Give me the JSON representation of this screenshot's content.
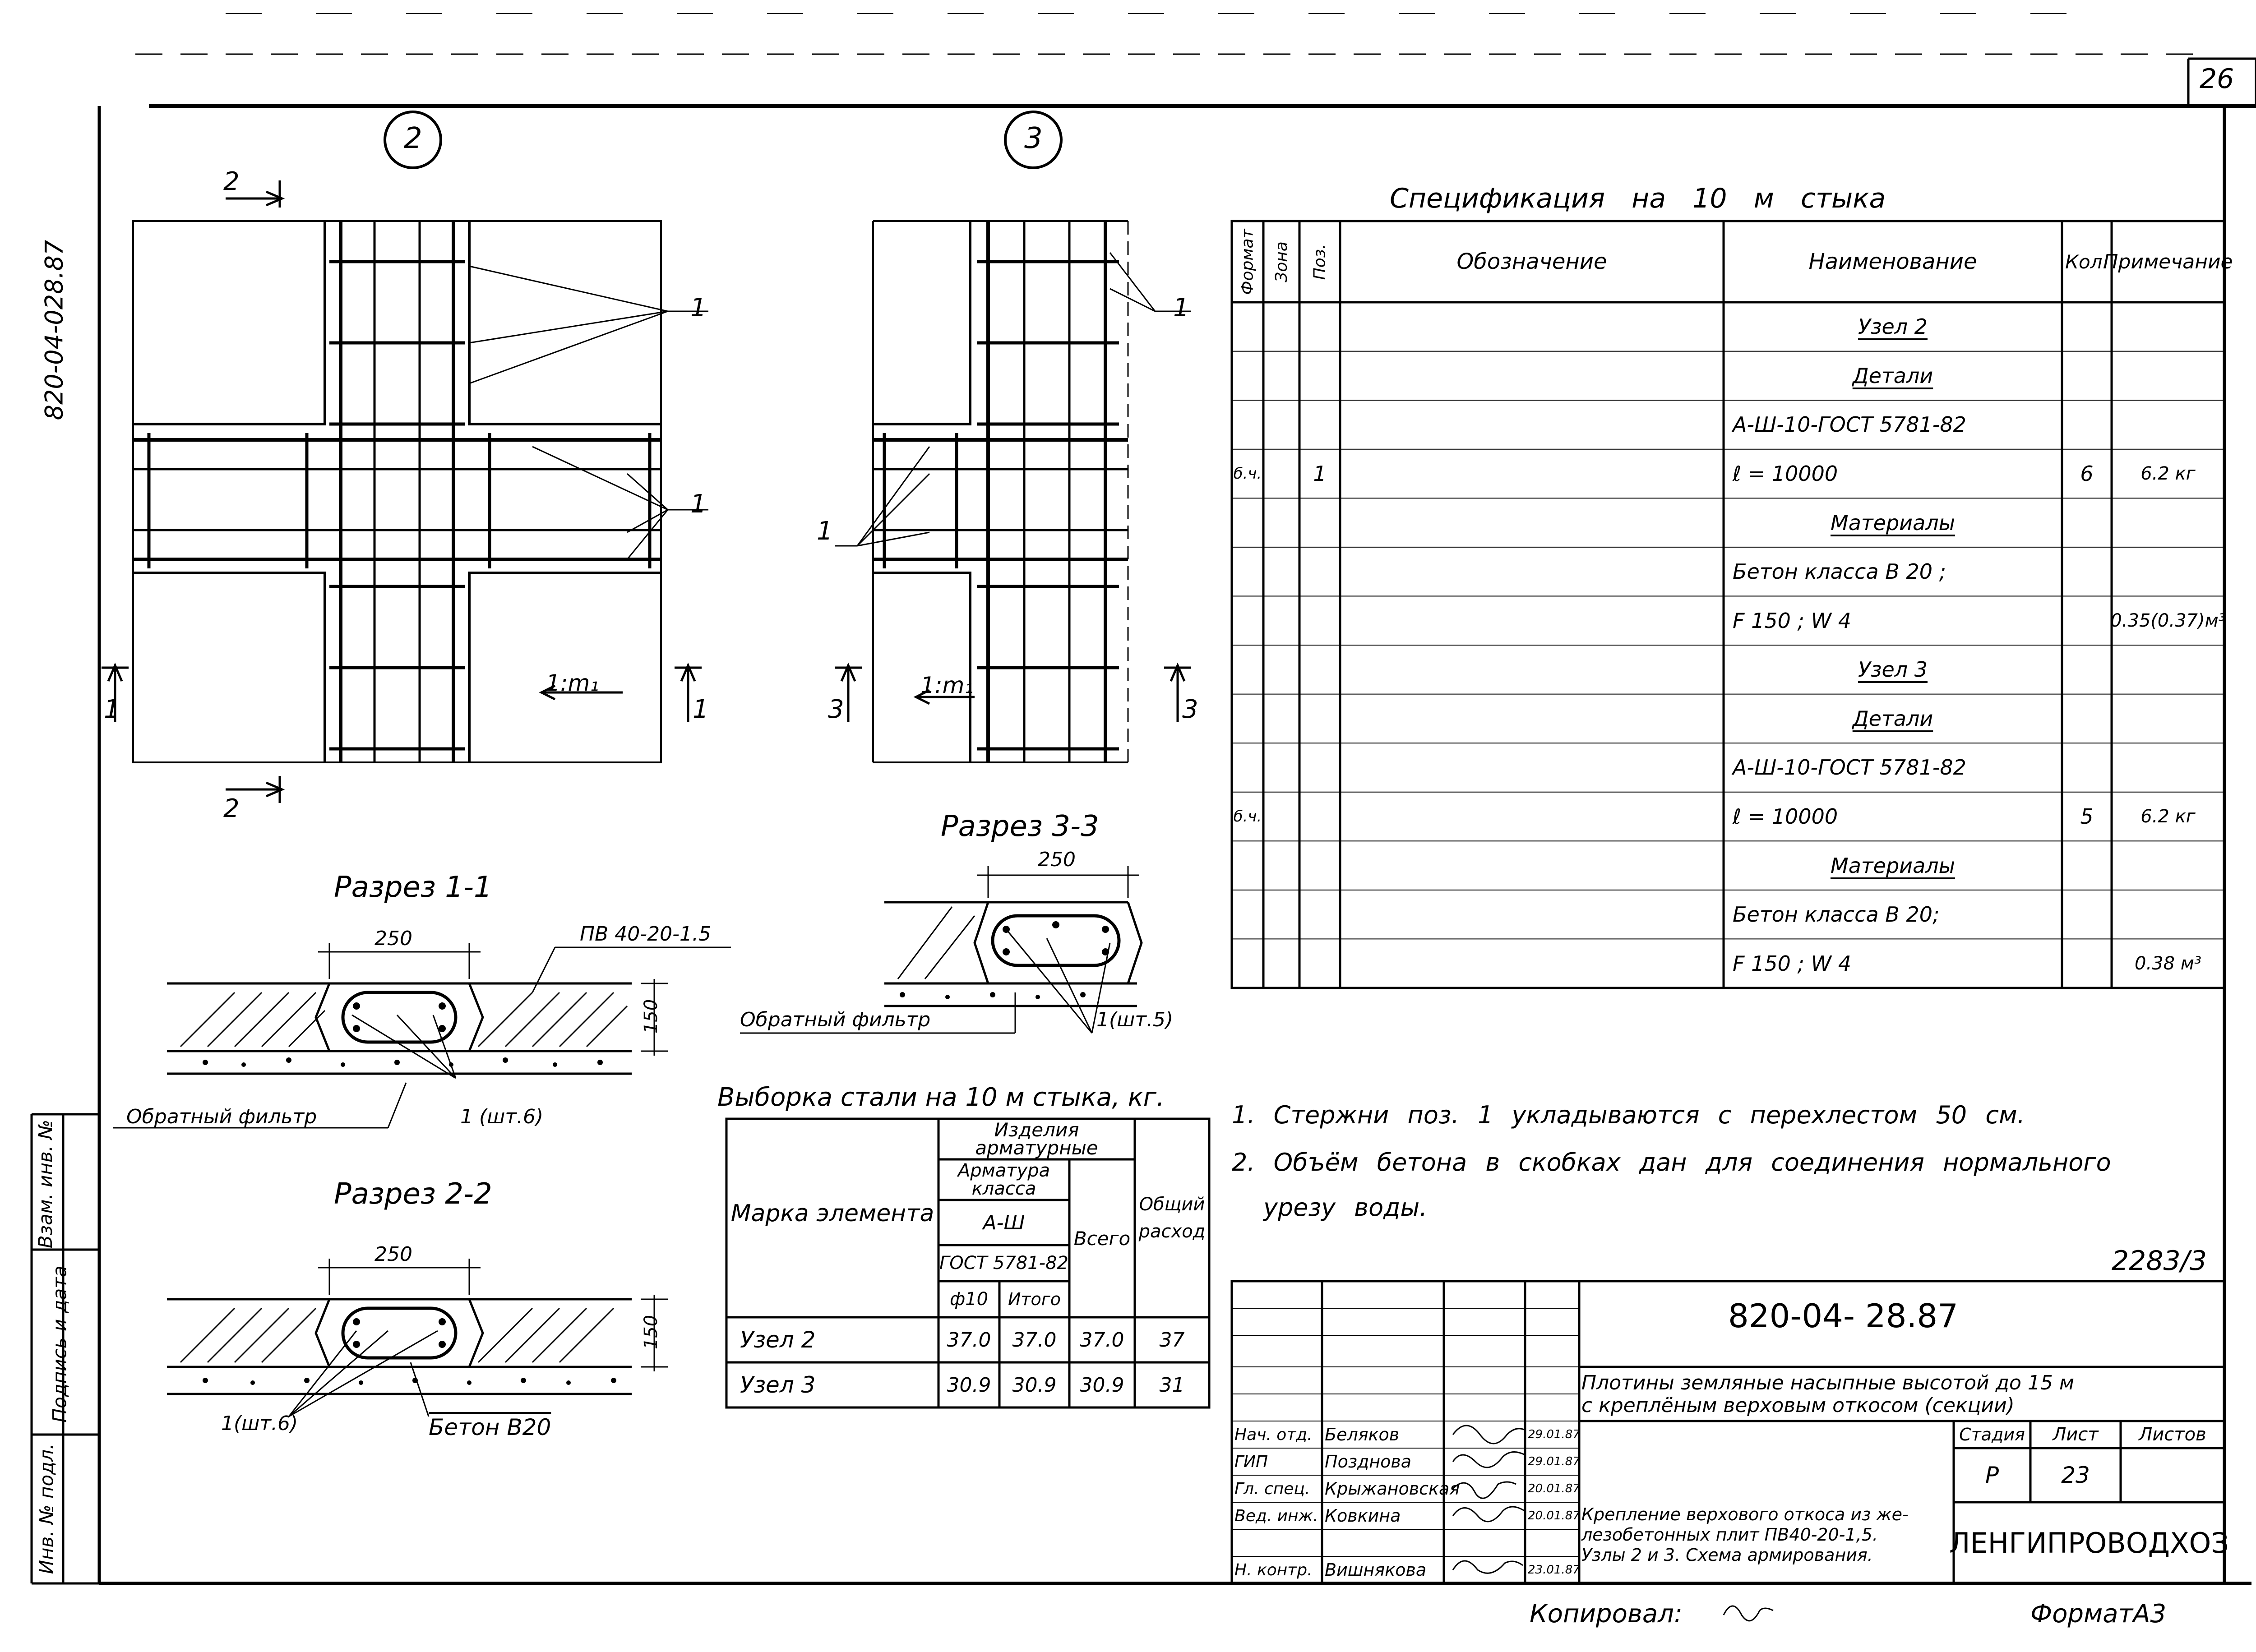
{
  "sheet": {
    "number": "26",
    "format": "ФорматА3",
    "copied": "Копировал:",
    "archive_no": "2283/3",
    "side_code": "820-04-028.87"
  },
  "nodes": {
    "node2": "2",
    "node3": "3"
  },
  "plan2": {
    "cut_top": "2",
    "cut_bottom": "2",
    "cut_left": "1",
    "cut_right": "1",
    "bar_label_1": "1",
    "bar_label_2": "1",
    "slope": "1:m₁"
  },
  "plan3": {
    "cut_left": "3",
    "cut_right": "3",
    "bar_label_1": "1",
    "bar_label_2": "1",
    "slope": "1:m₁"
  },
  "section11": {
    "title": "Разрез 1-1",
    "dim_width": "250",
    "dim_height": "150",
    "slab": "ПВ 40-20-1.5",
    "filter": "Обратный фильтр",
    "bars": "1 (шт.6)"
  },
  "section22": {
    "title": "Разрез 2-2",
    "dim_width": "250",
    "dim_height": "150",
    "bars": "1(шт.6)",
    "concrete": "Бетон В20"
  },
  "section33": {
    "title": "Разрез 3-3",
    "dim_width": "250",
    "filter": "Обратный фильтр",
    "bars": "1(шт.5)"
  },
  "steel": {
    "title": "Выборка стали на 10 м стыка, кг.",
    "h_mark": "Марка элемента",
    "h_items": "Изделия арматурные",
    "h_class": "Арматура класса",
    "h_aiii": "А-Ш",
    "h_gost": "ГОСТ 5781-82",
    "h_d10": "ф10",
    "h_itogo": "Итого",
    "h_vsego": "Всего",
    "h_total": "Общий расход",
    "rows": [
      {
        "name": "Узел 2",
        "d10": "37.0",
        "itogo": "37.0",
        "vsego": "37.0",
        "total": "37"
      },
      {
        "name": "Узел 3",
        "d10": "30.9",
        "itogo": "30.9",
        "vsego": "30.9",
        "total": "31"
      }
    ]
  },
  "spec": {
    "title": "Спецификация на 10 м стыка",
    "h_format": "Формат",
    "h_zone": "Зона",
    "h_pos": "Поз.",
    "h_desig": "Обозначение",
    "h_name": "Наименование",
    "h_qty": "Кол.",
    "h_note": "Примечание",
    "rows": [
      {
        "format": "",
        "pos": "",
        "name": "Узел 2",
        "qty": "",
        "note": "",
        "u": true
      },
      {
        "format": "",
        "pos": "",
        "name": "Детали",
        "qty": "",
        "note": "",
        "u": true
      },
      {
        "format": "",
        "pos": "",
        "name": "А-Ш-10-ГОСТ 5781-82",
        "qty": "",
        "note": "",
        "u": false
      },
      {
        "format": "б.ч.",
        "pos": "1",
        "name": "ℓ = 10000",
        "qty": "6",
        "note": "6.2 кг",
        "u": false
      },
      {
        "format": "",
        "pos": "",
        "name": "Материалы",
        "qty": "",
        "note": "",
        "u": true
      },
      {
        "format": "",
        "pos": "",
        "name": "Бетон класса В 20 ;",
        "qty": "",
        "note": "",
        "u": false
      },
      {
        "format": "",
        "pos": "",
        "name": "F 150 ; W 4",
        "qty": "",
        "note": "0.35(0.37)м³",
        "u": false
      },
      {
        "format": "",
        "pos": "",
        "name": "Узел 3",
        "qty": "",
        "note": "",
        "u": true
      },
      {
        "format": "",
        "pos": "",
        "name": "Детали",
        "qty": "",
        "note": "",
        "u": true
      },
      {
        "format": "",
        "pos": "",
        "name": "А-Ш-10-ГОСТ 5781-82",
        "qty": "",
        "note": "",
        "u": false
      },
      {
        "format": "б.ч.",
        "pos": "",
        "name": "ℓ = 10000",
        "qty": "5",
        "note": "6.2 кг",
        "u": false
      },
      {
        "format": "",
        "pos": "",
        "name": "Материалы",
        "qty": "",
        "note": "",
        "u": true
      },
      {
        "format": "",
        "pos": "",
        "name": "Бетон класса В 20;",
        "qty": "",
        "note": "",
        "u": false
      },
      {
        "format": "",
        "pos": "",
        "name": "F 150 ; W 4",
        "qty": "",
        "note": "0.38 м³",
        "u": false
      }
    ]
  },
  "notes": [
    "1. Стержни поз. 1 укладываются с перехлестом 50 см.",
    "2. Объём бетона в скобках дан для соединения нормального",
    "урезу воды."
  ],
  "stamp": {
    "code": "820-04- 28.87",
    "project": "Плотины земляные насыпные высотой до 15 м",
    "project2": "с креплёным верховым откосом (секции)",
    "sheet_title": "Крепление верхового откоса из же-",
    "sheet_title2": "лезобетонных плит ПВ40-20-1,5.",
    "sheet_title3": "Узлы 2 и 3. Схема армирования.",
    "h_stage": "Стадия",
    "h_sheet": "Лист",
    "h_sheets": "Листов",
    "stage": "Р",
    "sheet": "23",
    "sheets": "",
    "org": "ЛЕНГИПРОВОДХОЗ",
    "people": [
      {
        "role": "Нач. отд.",
        "name": "Беляков",
        "date": "29.01.87"
      },
      {
        "role": "ГИП",
        "name": "Позднова",
        "date": "29.01.87"
      },
      {
        "role": "Гл. спец.",
        "name": "Крыжановская",
        "date": "20.01.87"
      },
      {
        "role": "Вед. инж.",
        "name": "Ковкина",
        "date": "20.01.87"
      },
      {
        "role": "",
        "name": "",
        "date": ""
      },
      {
        "role": "Н. контр.",
        "name": "Вишнякова",
        "date": "23.01.87"
      }
    ]
  },
  "side_stamp": {
    "inv_orig": "Инв. № подл.",
    "sign_date": "Подпись и дата",
    "vzam": "Взам. инв. №"
  }
}
